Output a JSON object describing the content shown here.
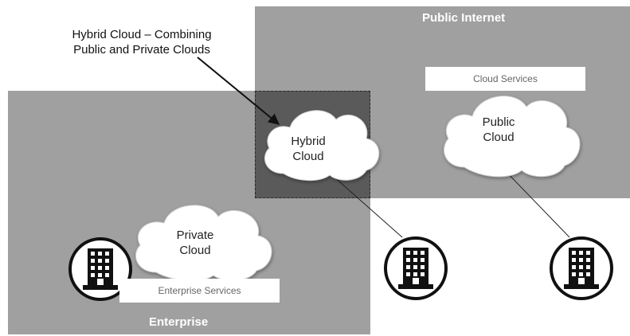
{
  "callout": {
    "line1": "Hybrid Cloud – Combining",
    "line2": "Public and Private Clouds"
  },
  "regions": {
    "public_internet": "Public Internet",
    "enterprise": "Enterprise"
  },
  "services": {
    "cloud": "Cloud Services",
    "enterprise": "Enterprise Services"
  },
  "clouds": {
    "hybrid": {
      "line1": "Hybrid",
      "line2": "Cloud"
    },
    "public": {
      "line1": "Public",
      "line2": "Cloud"
    },
    "private": {
      "line1": "Private",
      "line2": "Cloud"
    }
  },
  "icons": [
    "building-icon",
    "cloud-icon",
    "arrow-icon"
  ],
  "colors": {
    "region_fill": "#a0a0a0",
    "hybrid_zone_fill": "#5a5a5a",
    "cloud_fill": "#ffffff",
    "label_text": "#ffffff"
  }
}
